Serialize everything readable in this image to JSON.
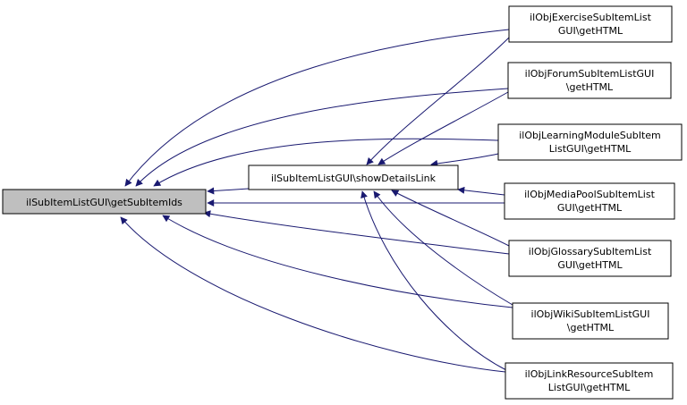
{
  "colors": {
    "edge": "#191970",
    "node_border": "#000000",
    "focus_fill": "#bfbfbf",
    "node_fill": "#ffffff"
  },
  "nodes": {
    "get_sub_item_ids": {
      "lines": [
        "ilSubItemListGUI\\getSubItemIds"
      ]
    },
    "show_details_link": {
      "lines": [
        "ilSubItemListGUI\\showDetailsLink"
      ]
    },
    "exercise": {
      "lines": [
        "ilObjExerciseSubItemList",
        "GUI\\getHTML"
      ]
    },
    "forum": {
      "lines": [
        "ilObjForumSubItemListGUI",
        "\\getHTML"
      ]
    },
    "learning_module": {
      "lines": [
        "ilObjLearningModuleSubItem",
        "ListGUI\\getHTML"
      ]
    },
    "media_pool": {
      "lines": [
        "ilObjMediaPoolSubItemList",
        "GUI\\getHTML"
      ]
    },
    "glossary": {
      "lines": [
        "ilObjGlossarySubItemList",
        "GUI\\getHTML"
      ]
    },
    "wiki": {
      "lines": [
        "ilObjWikiSubItemListGUI",
        "\\getHTML"
      ]
    },
    "link_resource": {
      "lines": [
        "ilObjLinkResourceSubItem",
        "ListGUI\\getHTML"
      ]
    }
  }
}
